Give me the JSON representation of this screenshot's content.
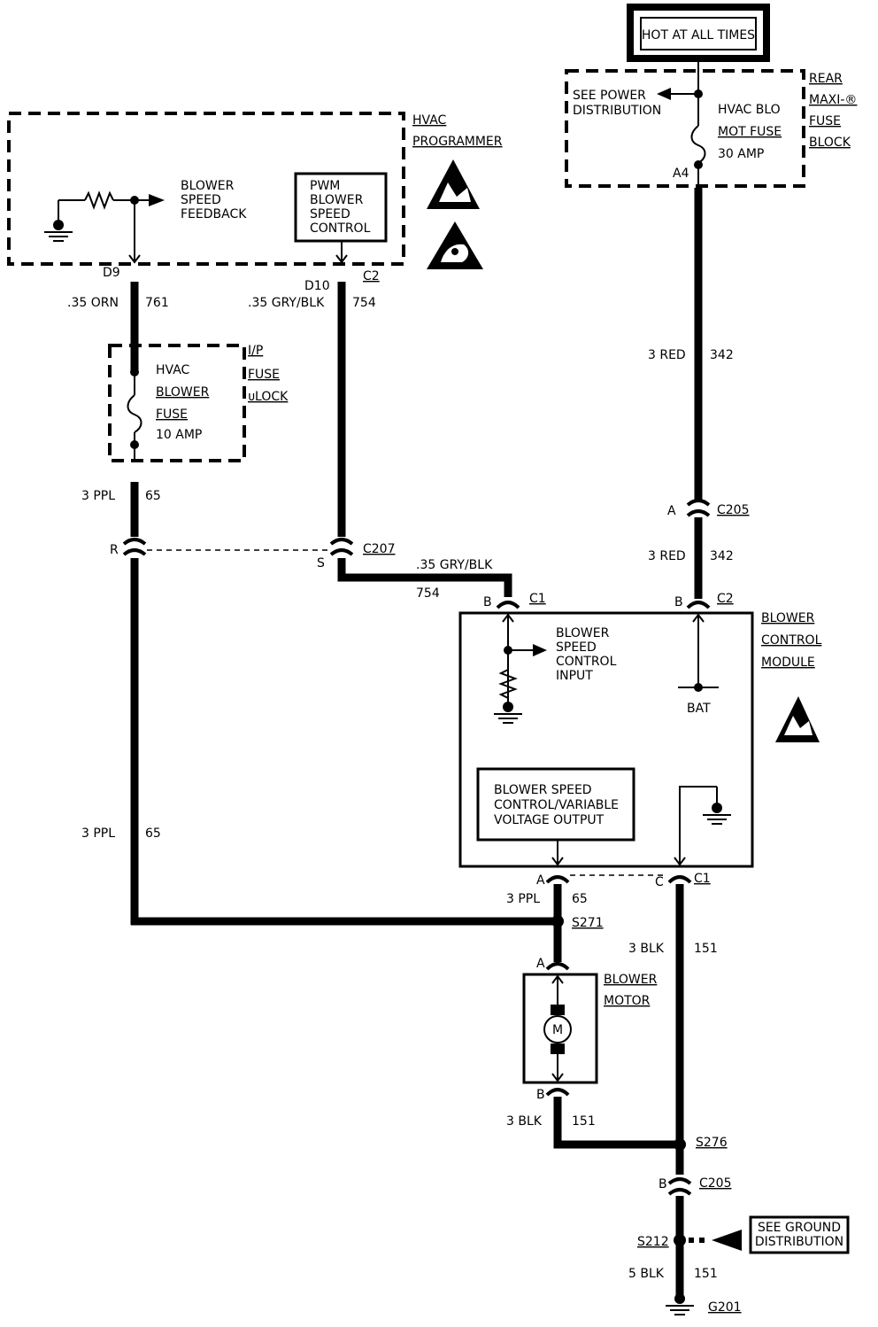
{
  "header": {
    "hot_label": "HOT AT ALL TIMES"
  },
  "rear_fuse_block": {
    "name_lines": [
      "REAR",
      "MAXI-®",
      "FUSE",
      "BLOCK"
    ],
    "see_power_lines": [
      "SEE POWER",
      "DISTRIBUTION"
    ],
    "fuse_lines": [
      "HVAC BLO",
      "MOT FUSE",
      "30 AMP"
    ],
    "terminal": "A4"
  },
  "hvac_programmer": {
    "name_lines": [
      "HVAC",
      "PROGRAMMER"
    ],
    "feedback_lines": [
      "BLOWER",
      "SPEED",
      "FEEDBACK"
    ],
    "pwm_lines": [
      "PWM",
      "BLOWER",
      "SPEED",
      "CONTROL"
    ],
    "pin_d9": "D9",
    "pin_d10": "D10",
    "pin_c2": "C2"
  },
  "wires": {
    "w761_gauge": ".35 ORN",
    "w761_circuit": "761",
    "w754_gauge": ".35 GRY/BLK",
    "w754_circuit": "754",
    "w342_gauge": "3 RED",
    "w342_circuit": "342",
    "w342b_gauge": "3 RED",
    "w342b_circuit": "342",
    "w65a_gauge": "3 PPL",
    "w65a_circuit": "65",
    "w65b_gauge": "3 PPL",
    "w65b_circuit": "65",
    "w754b_gauge": ".35 GRY/BLK",
    "w754b_circuit": "754",
    "w65c_gauge": "3 PPL",
    "w65c_circuit": "65",
    "w151a_gauge": "3 BLK",
    "w151a_circuit": "151",
    "w151b_gauge": "3 BLK",
    "w151b_circuit": "151",
    "w151c_gauge": "5 BLK",
    "w151c_circuit": "151"
  },
  "ip_fuse_block": {
    "name_lines": [
      "I/P",
      "FUSE",
      "ᴜLOCK"
    ],
    "fuse_lines": [
      "HVAC",
      "BLOWER",
      "FUSE",
      "10 AMP"
    ]
  },
  "connectors": {
    "c207": "C207",
    "c207_pin_r": "R",
    "c207_pin_s": "S",
    "c205_top": "C205",
    "c205_top_pin": "A",
    "c2_pin": "B",
    "c2": "C2",
    "c1_top_pin": "B",
    "c1_top": "C1",
    "c1_bottom_pin_a": "A",
    "c1_bottom_pin_c": "C",
    "c1_bottom": "C1",
    "c205_bottom": "C205",
    "c205_bottom_pin": "B",
    "motor_pin_a": "A",
    "motor_pin_b": "B"
  },
  "blower_control_module": {
    "name_lines": [
      "BLOWER",
      "CONTROL",
      "MODULE"
    ],
    "input_lines": [
      "BLOWER",
      "SPEED",
      "CONTROL",
      "INPUT"
    ],
    "bat": "BAT",
    "output_lines": [
      "BLOWER SPEED",
      "CONTROL/VARIABLE",
      "VOLTAGE OUTPUT"
    ]
  },
  "splices": {
    "s271": "S271",
    "s276": "S276",
    "s212": "S212"
  },
  "blower_motor": {
    "name_lines": [
      "BLOWER",
      "MOTOR"
    ],
    "symbol": "M"
  },
  "ground": {
    "see_ground_lines": [
      "SEE GROUND",
      "DISTRIBUTION"
    ],
    "g201": "G201"
  }
}
